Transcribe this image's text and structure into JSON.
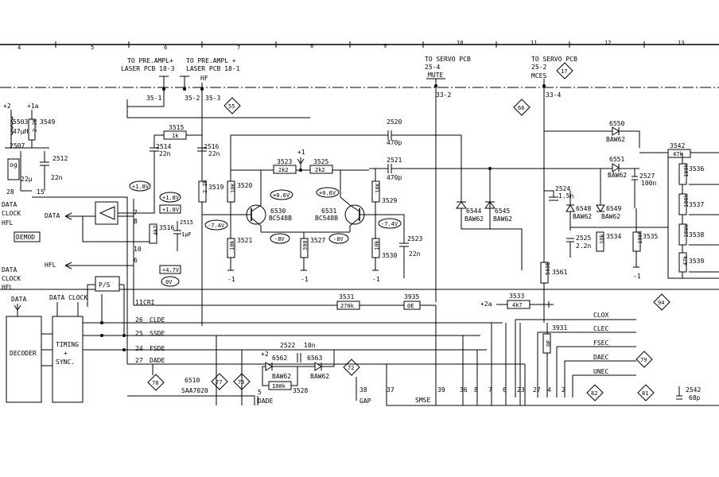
{
  "ruler": {
    "ticks": [
      "4",
      "5",
      "6",
      "7",
      "8",
      "9",
      "10",
      "11",
      "12",
      "13"
    ]
  },
  "connectors": {
    "preampl_1": "TO PRE.AMPL+",
    "preampl_1b": "LASER PCB 18-3",
    "preampl_2": "TO PRE.AMPL +",
    "preampl_2b": "LASER PCB 18-1",
    "hf": "HF",
    "pin_35_1": "35-1",
    "pin_35_2": "35-2",
    "pin_35_3": "35-3",
    "servo_1": "TO SERVO PCB",
    "servo_1b": "25-4",
    "mute": "MUTE",
    "pin_33_2": "33-2",
    "servo_2": "TO SERVO PCB",
    "servo_2b": "25-2",
    "mces": "MCES",
    "pin_33_4": "33-4"
  },
  "markers": [
    "55",
    "66",
    "17",
    "72",
    "77",
    "76",
    "78",
    "79",
    "82",
    "81",
    "94"
  ],
  "components": {
    "c5503": "5503",
    "c5503v": "47μH",
    "c3549": "3549",
    "c3549v": "2.2E",
    "c2507": "2507",
    "c2512": "2512",
    "c2512v": "22n",
    "c22u": "22μ",
    "plus2": "+2",
    "plus1a": "+1a",
    "n28": "28",
    "n15": "15",
    "og": "og",
    "r3515": "3515",
    "r3515v": "1k",
    "c2514": "2514",
    "c2514v": "22n",
    "c2516": "2516",
    "c2516v": "22n",
    "r3519": "3519",
    "r3519v": "2.2k",
    "r3520": "3520",
    "r3520v": "18K",
    "r3521": "3521",
    "r3521v": "10k",
    "q6530": "6530",
    "q6530v": "BC548B",
    "q6531": "6531",
    "q6531v": "BC548B",
    "r3523": "3523",
    "r3523v": "2k2",
    "r3525": "3525",
    "r3525v": "2k2",
    "plus1": "+1",
    "r3527": "3527",
    "r3527v": "390",
    "c2520": "2520",
    "c2520v": "470p",
    "c2521": "2521",
    "c2521v": "470p",
    "r3529": "3529",
    "r3529v": "18K",
    "r3530": "3530",
    "r3530v": "10k",
    "c2523": "2523",
    "c2523v": "22n",
    "v06a": "+0.6V",
    "v06b": "+0.6V",
    "v74a": "-7.4V",
    "v74b": "-7.4V",
    "v8a": "-8V",
    "v8b": "-8V",
    "v18a": "+1.8V",
    "v18b": "+1.8V",
    "v18c": "+1.8V",
    "v47": "+4.7V",
    "v0": "0V",
    "m1a": "-1",
    "m1b": "-1",
    "m1c": "-1",
    "m1d": "-1",
    "r3516": "3516",
    "r3516v": "4k7",
    "c2515": "2515",
    "c2515v": "1μF",
    "d6544": "6544",
    "d6544v": "BAW62",
    "d6545": "6545",
    "d6545v": "BAW62",
    "c2524": "2524",
    "c2524v": "1.5n",
    "r3561": "3561",
    "r3561v": "560E",
    "d6550": "6550",
    "d6550v": "BAW62",
    "d6551": "6551",
    "d6551v": "BAW62",
    "c2527": "2527",
    "c2527v": "100n",
    "d6548": "6548",
    "d6548v": "BAW62",
    "d6549": "6549",
    "d6549v": "BAW62",
    "c2525": "2525",
    "c2525v": "2.2n",
    "r3534": "3534",
    "r3534v": "10k",
    "r3535": "3535",
    "r3535v": "100k",
    "r3542": "3542",
    "r3542v": "47k",
    "r3536": "3536",
    "r3536v": "180k",
    "r3537": "3537",
    "r3537v": "100k",
    "r3538": "3538",
    "r3538v": "180k",
    "r3539": "3539",
    "r3539v": "47k",
    "r3531": "3531",
    "r3531v": "270k",
    "r3935": "3935",
    "r3935v": "0E",
    "r3533": "3533",
    "r3533v": "4k7",
    "plus2a": "+2a",
    "r3931": "3931",
    "r3931v": "0E",
    "c2522": "2522",
    "c2522v": "10n",
    "d6562": "6562",
    "d6562v": "BAW62",
    "d6563": "6563",
    "d6563v": "BAW62",
    "r3528": "3528",
    "r3528v": "100k",
    "c2542": "2542",
    "c2542v": "68p",
    "n10": "10",
    "n6": "6",
    "n7": "7",
    "n8": "8"
  },
  "blocks": {
    "decoder": "DECODER",
    "timing1": "TIMING",
    "timing2": "+",
    "timing3": "SYNC.",
    "ps": "P/S",
    "demod": "DEMOD",
    "ic6510": "6510",
    "ic6510v": "SAA7020"
  },
  "signals": {
    "data_clock_l1": "DATA",
    "data_clock_l2": "CLOCK",
    "hfl_1": "HFL",
    "data_l3": "DATA",
    "clock_l3": "CLOCK",
    "hfl_2": "HFL",
    "data_out": "DATA",
    "hfl_out": "HFL",
    "data_dec": "DATA",
    "data_clock_tim": "DATA CLOCK",
    "cri": "CRI",
    "clde": "CLDE",
    "ssde": "SSDE",
    "fsde": "FSDE",
    "dade": "DADE",
    "pin11": "11",
    "pin26": "26",
    "pin25": "25",
    "pin24": "24",
    "pin27": "27",
    "clox": "CLOX",
    "clec": "CLEC",
    "fsec": "FSEC",
    "daec": "DAEC",
    "unec": "UNEC",
    "dade2": "DADE",
    "gap": "GAP",
    "smse": "SMSE",
    "pin5": "5",
    "pin38": "38",
    "pin37": "37",
    "pin39": "39",
    "bottom_pins": [
      "36",
      "8",
      "7",
      "6",
      "23",
      "27",
      "4",
      "2"
    ]
  }
}
